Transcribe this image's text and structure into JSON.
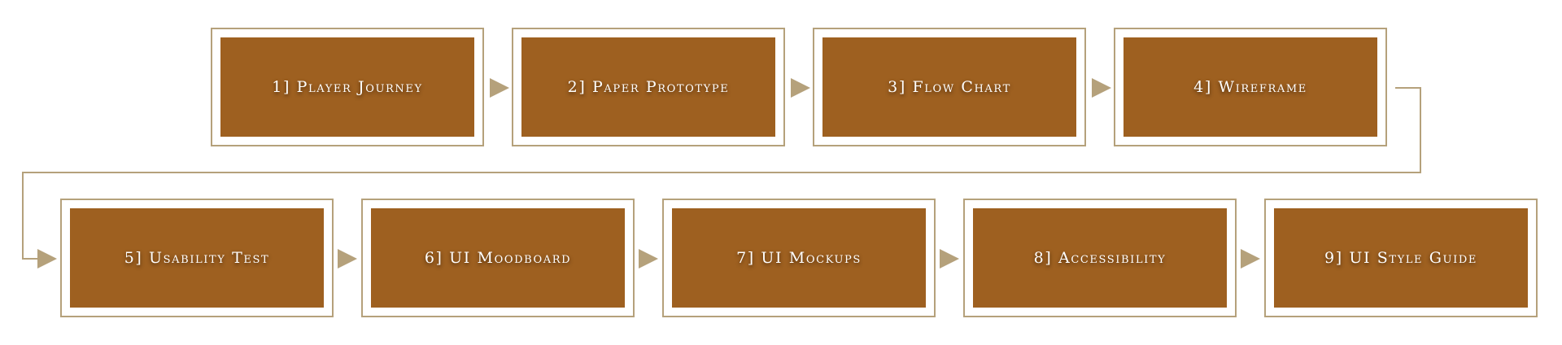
{
  "colors": {
    "frame": "#b5a17b",
    "fill": "#9e6020",
    "text": "#ffffff",
    "arrow": "#b5a17b"
  },
  "steps": [
    {
      "label": "1] Player Journey"
    },
    {
      "label": "2] Paper Prototype"
    },
    {
      "label": "3] Flow Chart"
    },
    {
      "label": "4] Wireframe"
    },
    {
      "label": "5] Usability Test"
    },
    {
      "label": "6] UI Moodboard"
    },
    {
      "label": "7] UI Mockups"
    },
    {
      "label": "8] Accessibility"
    },
    {
      "label": "9] UI Style Guide"
    }
  ]
}
